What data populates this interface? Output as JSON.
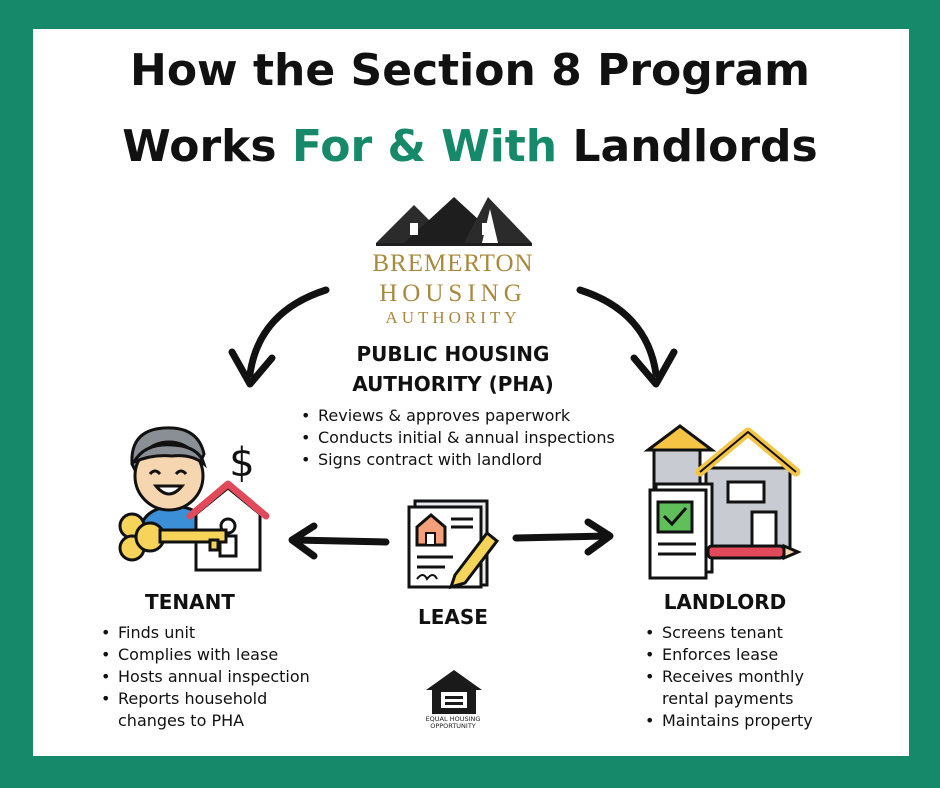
{
  "title": {
    "line1": "How the Section 8 Program",
    "line2_prefix": "Works ",
    "line2_accent": "For & With",
    "line2_suffix": " Landlords"
  },
  "logo": {
    "line1": "Bremerton",
    "line2": "Housing",
    "line3": "Authority"
  },
  "pha": {
    "heading_line1": "PUBLIC HOUSING",
    "heading_line2": "AUTHORITY (PHA)",
    "items": [
      "Reviews & approves paperwork",
      "Conducts initial & annual inspections",
      "Signs contract with landlord"
    ]
  },
  "tenant": {
    "heading": "TENANT",
    "items": [
      "Finds unit",
      "Complies with lease",
      "Hosts annual inspection",
      "Reports household",
      "changes to PHA"
    ]
  },
  "lease": {
    "heading": "LEASE"
  },
  "landlord": {
    "heading": "LANDLORD",
    "items": [
      "Screens tenant",
      "Enforces lease",
      "Receives monthly",
      "rental payments",
      "Maintains property"
    ]
  },
  "eho": {
    "line1": "EQUAL HOUSING",
    "line2": "OPPORTUNITY"
  },
  "colors": {
    "border": "#16896a",
    "accent": "#16896a",
    "logo_gold": "#a88a3e"
  },
  "icons": [
    "roof-logo-icon",
    "curved-arrow-left-icon",
    "curved-arrow-right-icon",
    "tenant-person-icon",
    "dollar-icon",
    "key-icon",
    "lease-document-icon",
    "landlord-house-icon",
    "checklist-icon",
    "arrow-left-icon",
    "arrow-right-icon",
    "equal-housing-icon"
  ]
}
